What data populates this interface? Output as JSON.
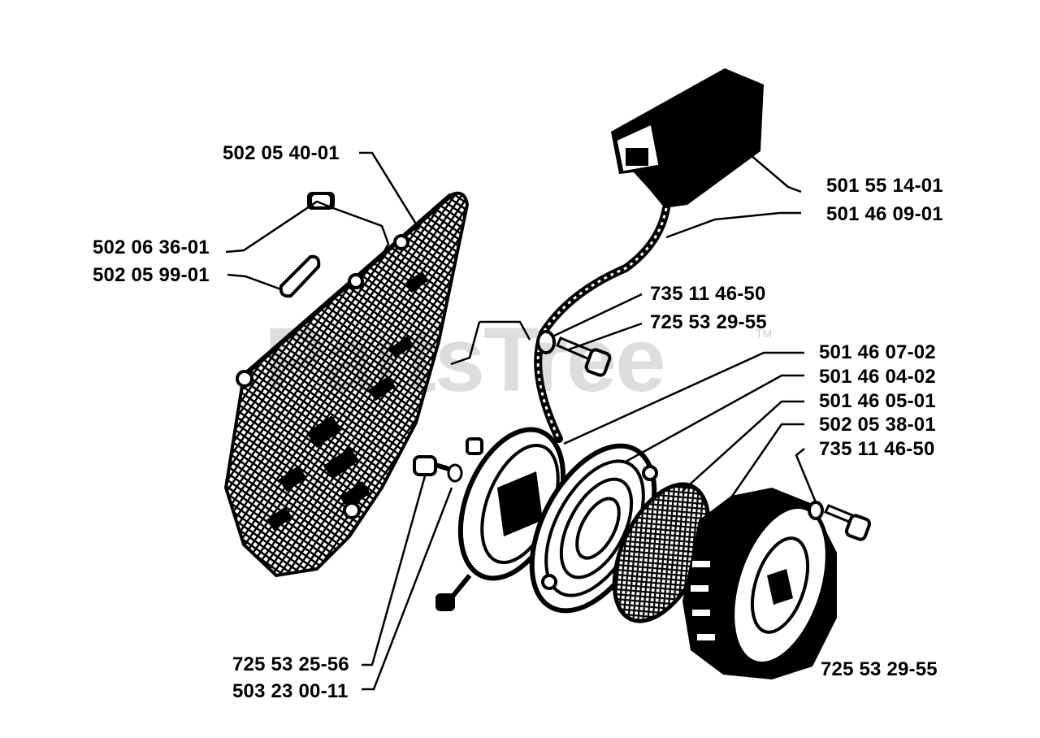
{
  "diagram": {
    "watermark": "PartsTree",
    "watermark_mark": "TM",
    "part_numbers": {
      "handle": "501 55 14-01",
      "rope": "501 46 09-01",
      "guide_bushing": "502 05 40-01",
      "cover_screw_top": "502 06 36-01",
      "cover_pin": "502 05 99-01",
      "washer_top": "735 11 46-50",
      "screw_top": "725 53 29-55",
      "rope_pulley": "501 46 07-02",
      "recoil_spring": "501 46 04-02",
      "spring_cover": "501 46 05-01",
      "air_screen": "502 05 38-01",
      "washer_right": "735 11 46-50",
      "screw_center": "725 53 25-56",
      "pulley_washer": "503 23 00-11",
      "screw_bottom_right": "725 53 29-55"
    }
  }
}
